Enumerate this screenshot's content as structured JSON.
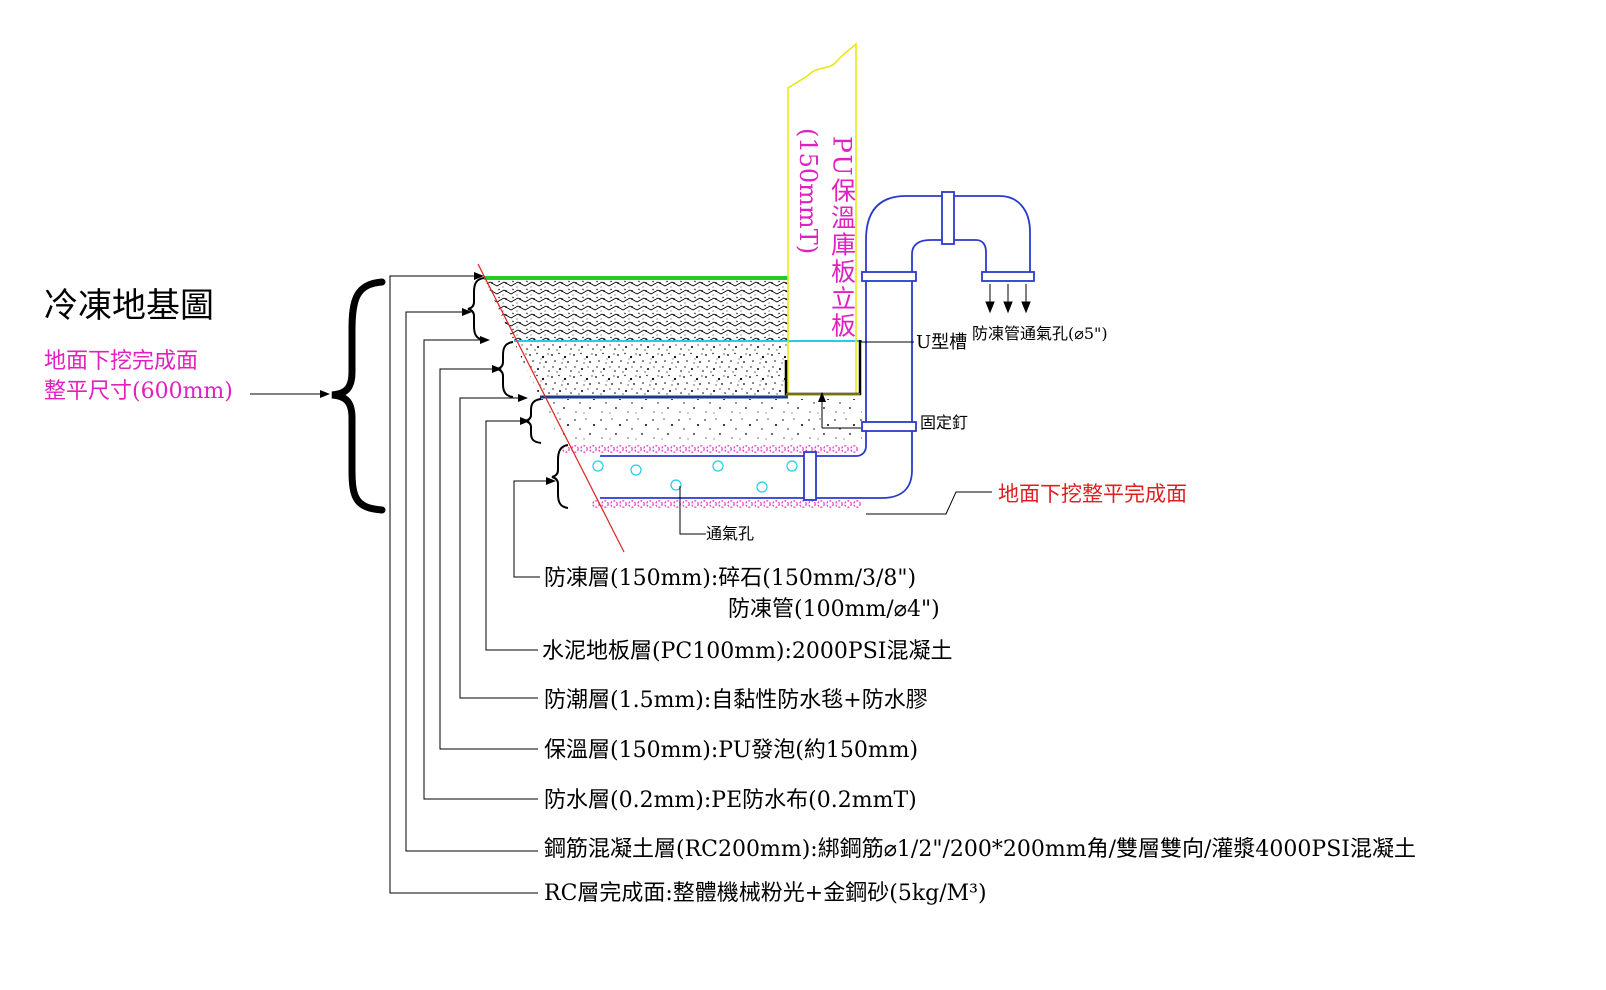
{
  "title": "冷凍地基圖",
  "note": {
    "line1": "地面下挖完成面",
    "line2": "整平尺寸(600mm)"
  },
  "panel_label": {
    "line1": "PU保溫庫板立板",
    "line2": "(150mmT)"
  },
  "callouts": {
    "u_channel": "U型槽",
    "vent_hole_5": "防凍管通氣孔(⌀5\")",
    "fixing_nail": "固定釘",
    "ground_finish": "地面下挖整平完成面",
    "vent_hole": "通氣孔"
  },
  "layers": [
    {
      "text": "防凍層(150mm):碎石(150mm/3/8\")",
      "text2": "防凍管(100mm/⌀4\")"
    },
    {
      "text": "水泥地板層(PC100mm):2000PSI混凝土"
    },
    {
      "text": "防潮層(1.5mm):自黏性防水毯+防水膠"
    },
    {
      "text": "保溫層(150mm):PU發泡(約150mm)"
    },
    {
      "text": "防水層(0.2mm):PE防水布(0.2mmT)"
    },
    {
      "text": "鋼筋混凝土層(RC200mm):綁鋼筋⌀1/2\"/200*200mm角/雙層雙向/灌漿4000PSI混凝土"
    },
    {
      "text": "RC層完成面:整體機械粉光+金鋼砂(5kg/M³)"
    }
  ],
  "colors": {
    "title": "#000000",
    "note": "#e020c0",
    "panel_label": "#e020c0",
    "ground_finish": "#e02020",
    "green_layer": "#22cc22",
    "cyan_line": "#22ccee",
    "navy_line": "#1a3a8a",
    "pipe": "#2a3acc",
    "panel_outline": "#e8e800",
    "red_line": "#e02020",
    "dots_pink": "#e040c0",
    "bubbles": "#22ccee"
  }
}
